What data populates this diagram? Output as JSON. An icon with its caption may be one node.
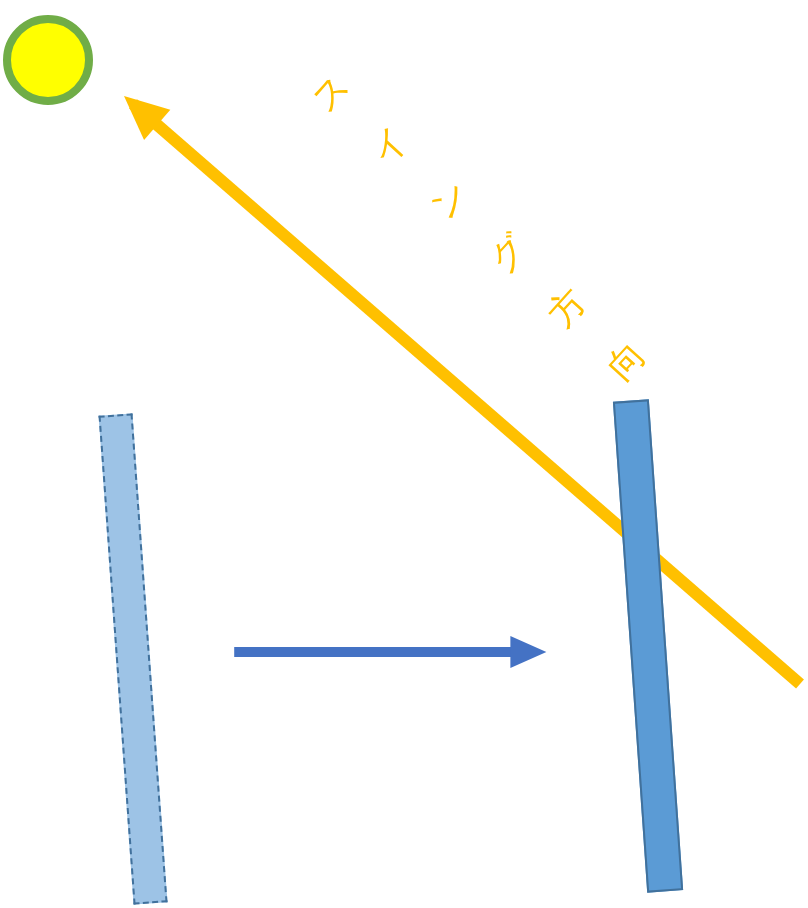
{
  "diagram": {
    "nodes": [
      {
        "text": [],
        "shape": "circle"
      },
      {
        "text": [],
        "shape": "bar"
      },
      {
        "text": [],
        "shape": "bar"
      }
    ],
    "edges": [
      {
        "from": 1,
        "to": 2,
        "arrow": "to"
      }
    ],
    "labels": [
      "スイング方向"
    ]
  }
}
